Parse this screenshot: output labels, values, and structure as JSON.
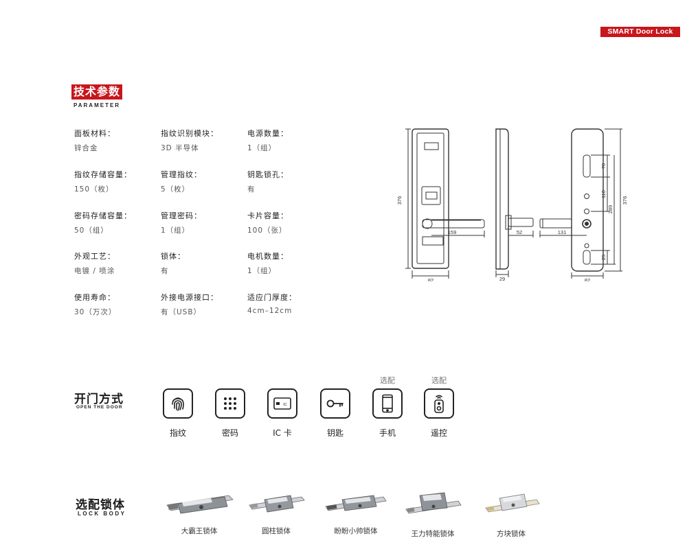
{
  "brand_tag": "SMART Door Lock",
  "parameter": {
    "title": "技术参数",
    "subtitle": "PARAMETER",
    "items": [
      {
        "label": "面板材料：",
        "value": "锌合金"
      },
      {
        "label": "指纹识别模块：",
        "value": "3D 半导体"
      },
      {
        "label": "电源数量：",
        "value": "1（组）"
      },
      {
        "label": "指纹存储容量：",
        "value": "150（枚）"
      },
      {
        "label": "管理指纹：",
        "value": "5（枚）"
      },
      {
        "label": "钥匙锁孔：",
        "value": "有"
      },
      {
        "label": "密码存储容量：",
        "value": "50（组）"
      },
      {
        "label": "管理密码：",
        "value": "1（组）"
      },
      {
        "label": "卡片容量：",
        "value": "100（张）"
      },
      {
        "label": "外观工艺：",
        "value": "电镀 / 喷涂"
      },
      {
        "label": "锁体：",
        "value": "有"
      },
      {
        "label": "电机数量：",
        "value": "1（组）"
      },
      {
        "label": "使用寿命：",
        "value": "30（万次）"
      },
      {
        "label": "外接电源接口：",
        "value": "有（USB）"
      },
      {
        "label": "适应门厚度：",
        "value": "4cm–12cm"
      }
    ]
  },
  "dimensions": {
    "height": "376",
    "front_width": "82",
    "handle_length": "159",
    "side_depth": "29",
    "side_handle": "52",
    "back_handle": "131",
    "back_width": "82",
    "back_height": "376",
    "back_span": "289",
    "back_upper": "110",
    "back_top": "70",
    "back_bottom": "25"
  },
  "open_door": {
    "title": "开门方式",
    "subtitle": "OPEN THE DOOR",
    "optional_label": "选配",
    "methods": [
      {
        "label": "指纹",
        "icon": "fingerprint-icon",
        "optional": false
      },
      {
        "label": "密码",
        "icon": "keypad-icon",
        "optional": false
      },
      {
        "label": "IC 卡",
        "icon": "ic-card-icon",
        "optional": false
      },
      {
        "label": "钥匙",
        "icon": "key-icon",
        "optional": false
      },
      {
        "label": "手机",
        "icon": "phone-icon",
        "optional": true
      },
      {
        "label": "遥控",
        "icon": "remote-icon",
        "optional": true
      }
    ],
    "ic_card_text": "IC"
  },
  "lock_body": {
    "title": "选配锁体",
    "subtitle": "LOCK BODY",
    "items": [
      {
        "label": "大霸王锁体"
      },
      {
        "label": "圆柱锁体"
      },
      {
        "label": "盼盼小帅锁体"
      },
      {
        "label": "王力特能锁体"
      },
      {
        "label": "方块锁体"
      }
    ]
  }
}
